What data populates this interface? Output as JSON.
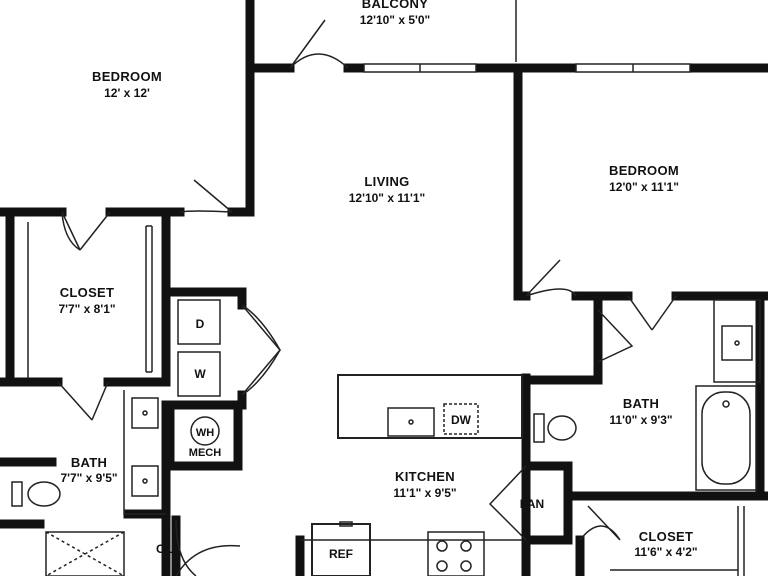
{
  "rooms": {
    "balcony": {
      "name": "BALCONY",
      "dims": "12'10\" x 5'0\""
    },
    "bedroom1": {
      "name": "BEDROOM",
      "dims": "12' x 12'"
    },
    "living": {
      "name": "LIVING",
      "dims": "12'10\" x 11'1\""
    },
    "bedroom2": {
      "name": "BEDROOM",
      "dims": "12'0\" x 11'1\""
    },
    "closet1": {
      "name": "CLOSET",
      "dims": "7'7\" x 8'1\""
    },
    "bath1": {
      "name": "BATH",
      "dims": "7'7\" x 9'5\""
    },
    "bath2": {
      "name": "BATH",
      "dims": "11'0\" x 9'3\""
    },
    "kitchen": {
      "name": "KITCHEN",
      "dims": "11'1\" x 9'5\""
    },
    "closet2": {
      "name": "CLOSET",
      "dims": "11'6\" x 4'2\""
    }
  },
  "fixtures": {
    "dryer": "D",
    "washer": "W",
    "water_heater": "WH",
    "mech": "MECH",
    "dishwasher": "DW",
    "pantry": "PAN",
    "refrigerator": "REF",
    "linen_closet": "CL"
  },
  "colors": {
    "wall": "#111111",
    "fixture": "#222222",
    "background": "#ffffff"
  }
}
